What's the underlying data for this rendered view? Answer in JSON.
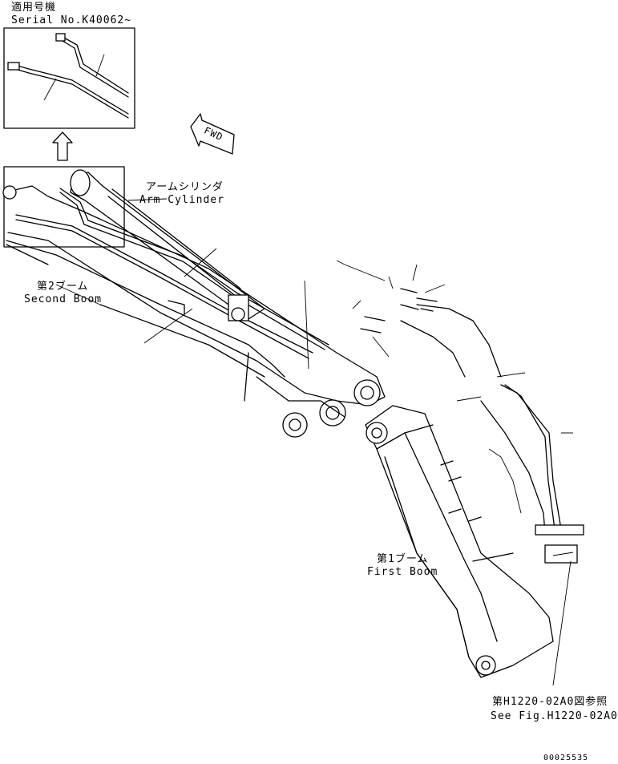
{
  "applicable_label": "適用号機",
  "serial_label": "Serial No.K40062~",
  "fwd_label": "FWD",
  "arm_cylinder_jp": "アームシリンダ",
  "arm_cylinder_en": "Arm Cylinder",
  "second_boom_jp": "第2ブーム",
  "second_boom_en": "Second Boom",
  "first_boom_jp": "第1ブーム",
  "first_boom_en": "First Boom",
  "see_fig_jp": "第H1220-02A0図参照",
  "see_fig_en": "See Fig.H1220-02A0",
  "drawing_number": "00025535"
}
